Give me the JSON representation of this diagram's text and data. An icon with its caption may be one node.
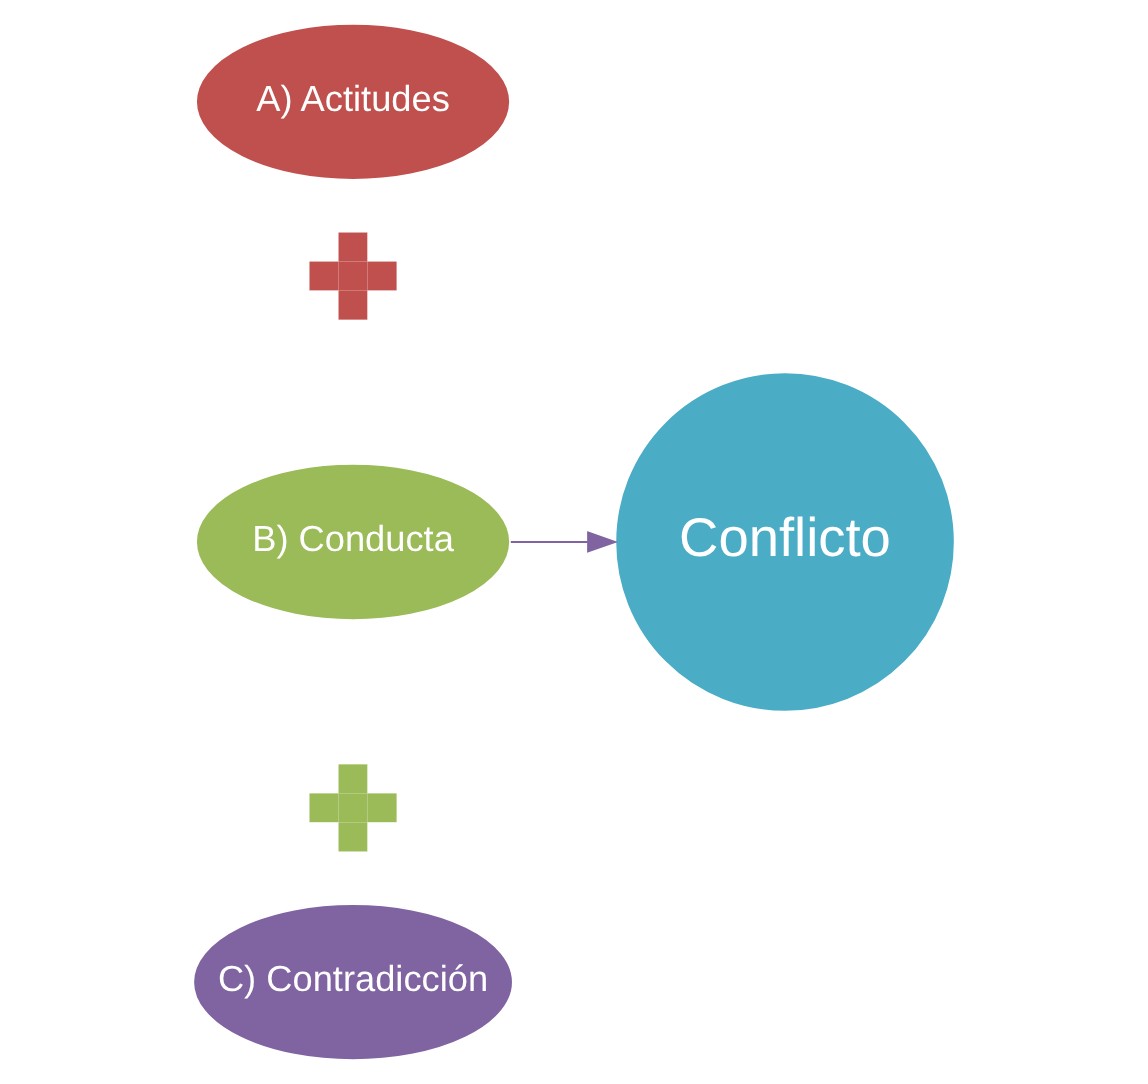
{
  "diagram": {
    "nodes": [
      {
        "text": [
          "A) Actitudes"
        ]
      },
      {
        "text": [],
        "shape": "plus"
      },
      {
        "text": [
          "B) Conducta"
        ]
      },
      {
        "text": [
          "Conflicto"
        ]
      },
      {
        "text": [],
        "shape": "plus"
      },
      {
        "text": [
          "C) Contradicción"
        ]
      }
    ],
    "edges": [
      {
        "from": 2,
        "to": 3,
        "arrow": "to",
        "color": "#8064a2"
      }
    ]
  }
}
